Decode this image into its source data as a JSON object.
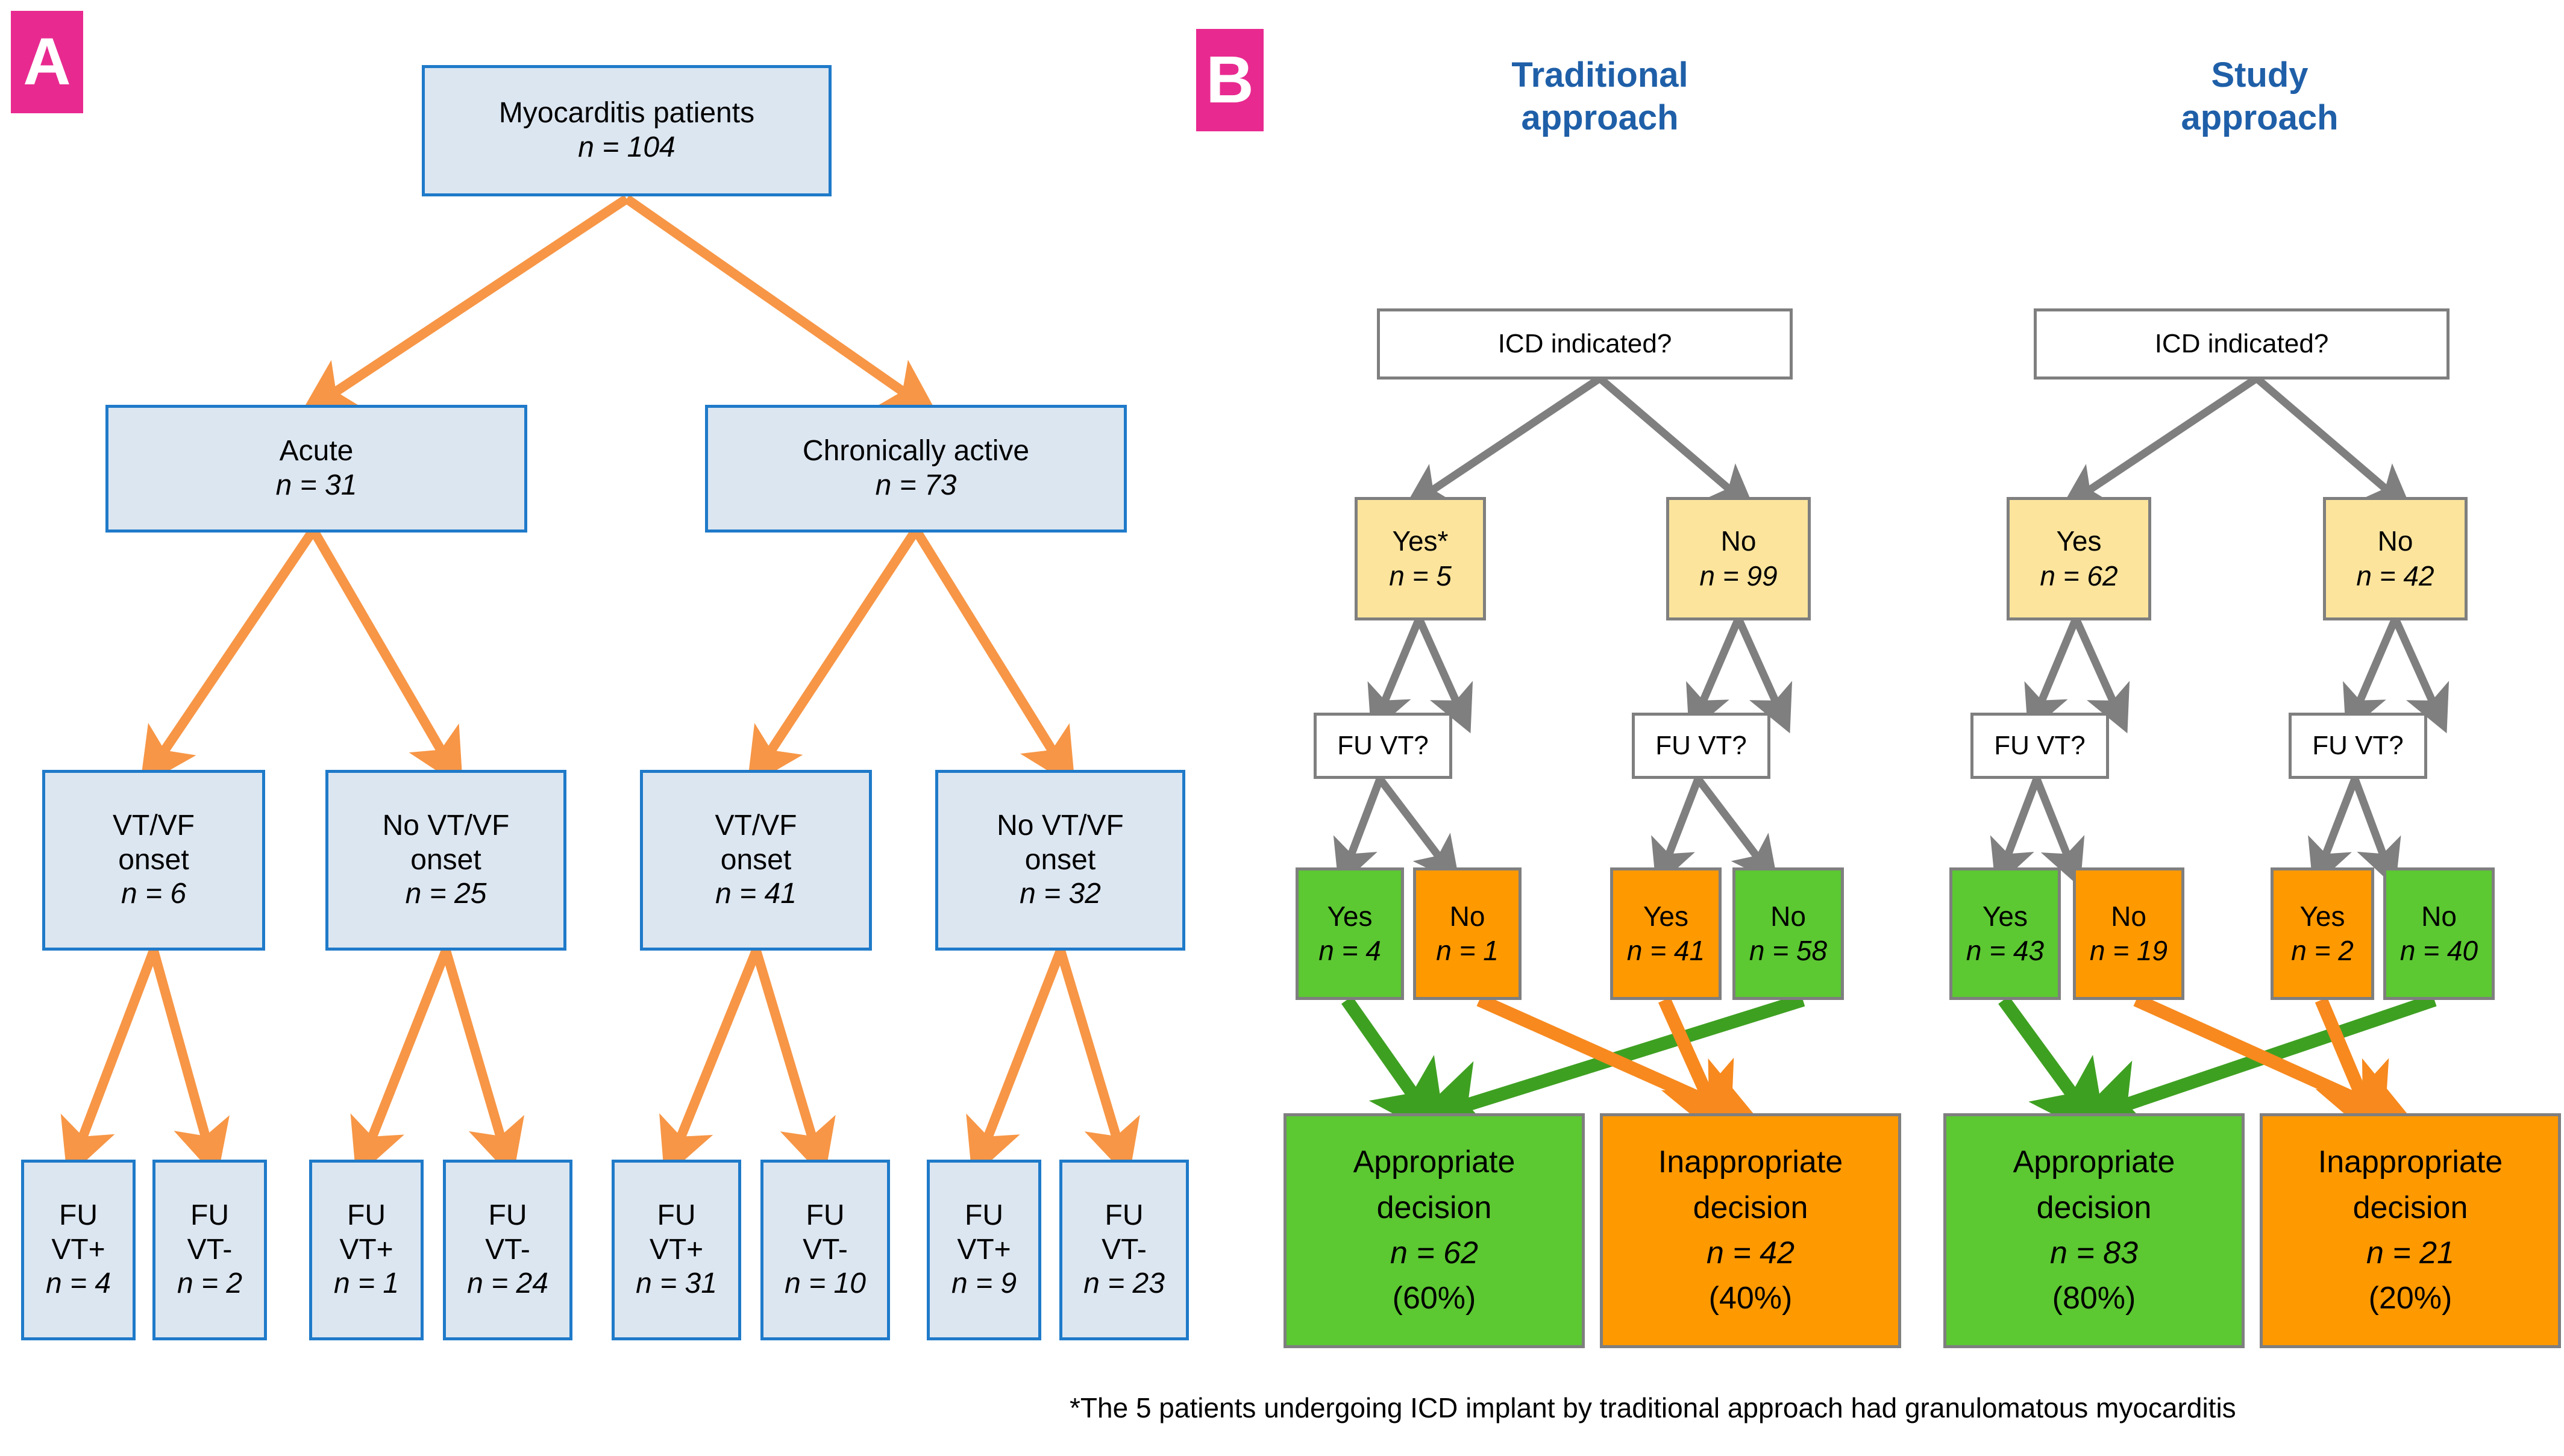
{
  "panels": {
    "a": {
      "tag": "A"
    },
    "b": {
      "tag": "B",
      "columns": [
        {
          "title_line1": "Traditional",
          "title_line2": "approach"
        },
        {
          "title_line1": "Study",
          "title_line2": "approach"
        }
      ]
    }
  },
  "colors": {
    "panel_tag": "#E82A90",
    "box_blue_fill": "#DCE6F1",
    "box_blue_border": "#1F7AC9",
    "arrow_orange": "#F79646",
    "arrow_gray": "#7F7F7F",
    "yellow_fill": "#FCE49C",
    "green_fill": "#5CC832",
    "orange_fill": "#FF9900",
    "heading_blue": "#1F5FA8",
    "arrow_green": "#3EA021",
    "arrow_orange_b": "#F7891E"
  },
  "flowchart_a": {
    "root": {
      "label": "Myocarditis patients",
      "n": "n = 104"
    },
    "level2": [
      {
        "label": "Acute",
        "n": "n = 31"
      },
      {
        "label": "Chronically active",
        "n": "n = 73"
      }
    ],
    "level3": [
      {
        "line1": "VT/VF",
        "line2": "onset",
        "n": "n = 6"
      },
      {
        "line1": "No VT/VF",
        "line2": "onset",
        "n": "n = 25"
      },
      {
        "line1": "VT/VF",
        "line2": "onset",
        "n": "n = 41"
      },
      {
        "line1": "No VT/VF",
        "line2": "onset",
        "n": "n = 32"
      }
    ],
    "level4": [
      {
        "line1": "FU",
        "line2": "VT+",
        "n": "n = 4"
      },
      {
        "line1": "FU",
        "line2": "VT-",
        "n": "n = 2"
      },
      {
        "line1": "FU",
        "line2": "VT+",
        "n": "n = 1"
      },
      {
        "line1": "FU",
        "line2": "VT-",
        "n": "n = 24"
      },
      {
        "line1": "FU",
        "line2": "VT+",
        "n": "n = 31"
      },
      {
        "line1": "FU",
        "line2": "VT-",
        "n": "n = 10"
      },
      {
        "line1": "FU",
        "line2": "VT+",
        "n": "n = 9"
      },
      {
        "line1": "FU",
        "line2": "VT-",
        "n": "n = 23"
      }
    ]
  },
  "flowchart_b": {
    "traditional": {
      "question": "ICD indicated?",
      "icd": [
        {
          "label": "Yes*",
          "n": "n = 5"
        },
        {
          "label": "No",
          "n": "n = 99"
        }
      ],
      "fu_question": "FU VT?",
      "outcomes": [
        {
          "label": "Yes",
          "n": "n = 4",
          "kind": "green"
        },
        {
          "label": "No",
          "n": "n = 1",
          "kind": "orange"
        },
        {
          "label": "Yes",
          "n": "n = 41",
          "kind": "orange"
        },
        {
          "label": "No",
          "n": "n = 58",
          "kind": "green"
        }
      ],
      "decisions": [
        {
          "line1": "Appropriate",
          "line2": "decision",
          "n": "n = 62",
          "pct": "(60%)",
          "kind": "green"
        },
        {
          "line1": "Inappropriate",
          "line2": "decision",
          "n": "n = 42",
          "pct": "(40%)",
          "kind": "orange"
        }
      ]
    },
    "study": {
      "question": "ICD indicated?",
      "icd": [
        {
          "label": "Yes",
          "n": "n = 62"
        },
        {
          "label": "No",
          "n": "n = 42"
        }
      ],
      "fu_question": "FU VT?",
      "outcomes": [
        {
          "label": "Yes",
          "n": "n = 43",
          "kind": "green"
        },
        {
          "label": "No",
          "n": "n = 19",
          "kind": "orange"
        },
        {
          "label": "Yes",
          "n": "n = 2",
          "kind": "orange"
        },
        {
          "label": "No",
          "n": "n = 40",
          "kind": "green"
        }
      ],
      "decisions": [
        {
          "line1": "Appropriate",
          "line2": "decision",
          "n": "n = 83",
          "pct": "(80%)",
          "kind": "green"
        },
        {
          "line1": "Inappropriate",
          "line2": "decision",
          "n": "n = 21",
          "pct": "(20%)",
          "kind": "orange"
        }
      ]
    }
  },
  "footnote": "*The 5 patients undergoing ICD implant by traditional approach had granulomatous myocarditis"
}
